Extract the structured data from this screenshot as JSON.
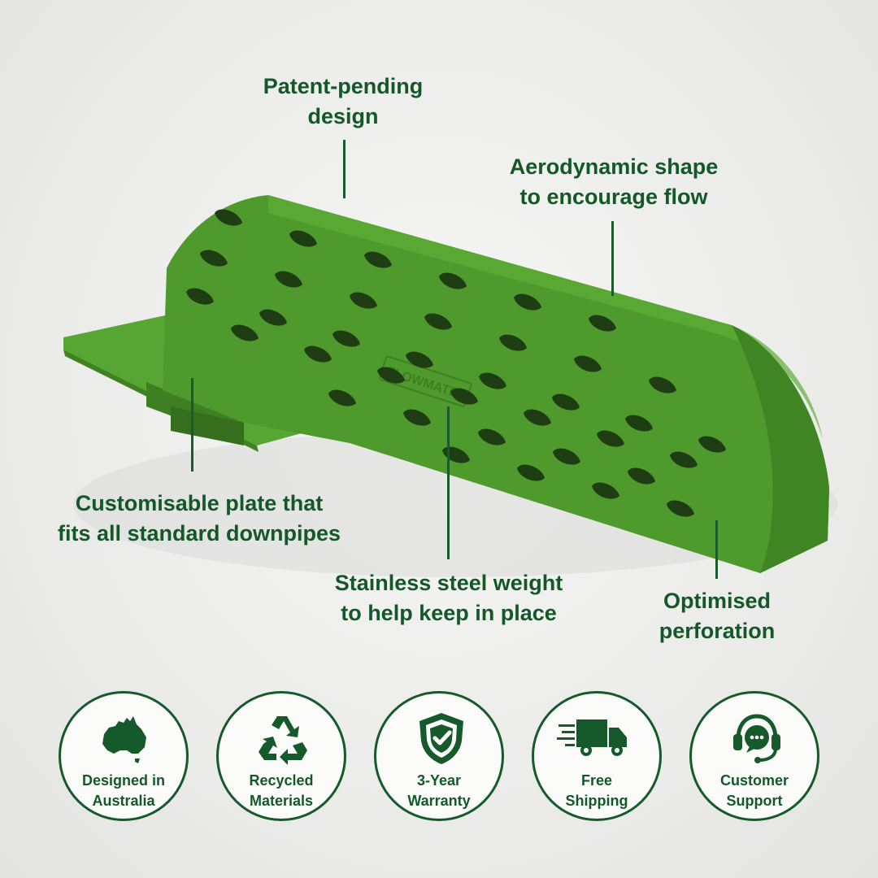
{
  "callouts": {
    "patent": [
      "Patent-pending",
      "design"
    ],
    "aero": [
      "Aerodynamic shape",
      "to encourage flow"
    ],
    "plate": [
      "Customisable plate that",
      "fits all standard downpipes"
    ],
    "weight": [
      "Stainless steel weight",
      "to help keep in place"
    ],
    "perforation": [
      "Optimised",
      "perforation"
    ]
  },
  "product": {
    "brand_emboss": "FLOWMATE",
    "color": "#4f9a2c"
  },
  "badges": [
    {
      "icon": "australia-map-icon",
      "lines": [
        "Designed in",
        "Australia"
      ]
    },
    {
      "icon": "recycle-icon",
      "lines": [
        "Recycled",
        "Materials"
      ]
    },
    {
      "icon": "shield-check-icon",
      "lines": [
        "3-Year",
        "Warranty"
      ]
    },
    {
      "icon": "delivery-truck-icon",
      "lines": [
        "Free",
        "Shipping"
      ]
    },
    {
      "icon": "headset-support-icon",
      "lines": [
        "Customer",
        "Support"
      ]
    }
  ],
  "colors": {
    "brand_green": "#14582a",
    "product_green": "#4f9a2c"
  }
}
